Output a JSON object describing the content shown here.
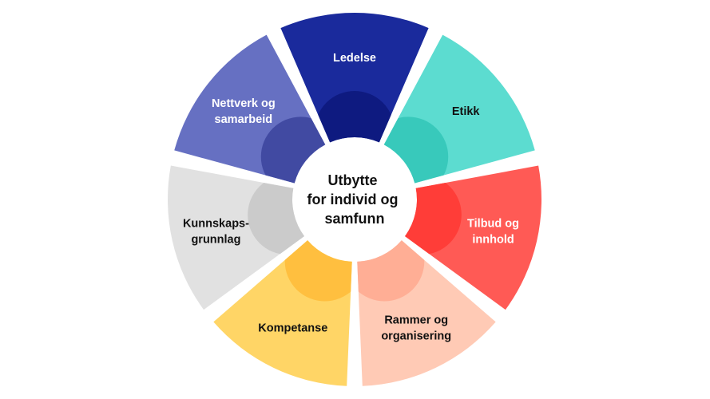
{
  "center": {
    "lines": [
      "Utbytte",
      "for individ og",
      "samfunn"
    ]
  },
  "segments": [
    {
      "lines": [
        "Ledelse"
      ],
      "color": "#1a2a9c",
      "inner": "#0e1a80",
      "text": "#ffffff"
    },
    {
      "lines": [
        "Etikk"
      ],
      "color": "#5cdcd0",
      "inner": "#38c9bb",
      "text": "#111111"
    },
    {
      "lines": [
        "Tilbud og",
        "innhold"
      ],
      "color": "#ff5a55",
      "inner": "#ff3d38",
      "text": "#ffffff"
    },
    {
      "lines": [
        "Rammer og",
        "organisering"
      ],
      "color": "#ffcab5",
      "inner": "#ffae95",
      "text": "#111111"
    },
    {
      "lines": [
        "Kompetanse"
      ],
      "color": "#ffd566",
      "inner": "#ffbf3f",
      "text": "#111111"
    },
    {
      "lines": [
        "Kunnskaps-",
        "grunnlag"
      ],
      "color": "#e1e1e1",
      "inner": "#cbcbcb",
      "text": "#111111"
    },
    {
      "lines": [
        "Nettverk og",
        "samarbeid"
      ],
      "color": "#6670c2",
      "inner": "#414aa2",
      "text": "#ffffff"
    }
  ]
}
